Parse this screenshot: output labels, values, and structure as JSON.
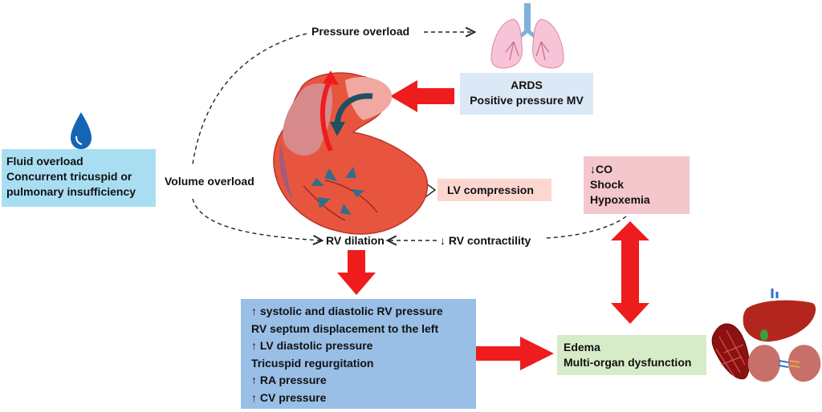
{
  "labels": {
    "pressure_overload": "Pressure overload",
    "volume_overload": "Volume overload",
    "rv_dilation": "RV dilation",
    "rv_contractility": "↓ RV contractility"
  },
  "boxes": {
    "ards": [
      "ARDS",
      "Positive pressure MV"
    ],
    "fluid": [
      "Fluid overload",
      "Concurrent tricuspid or",
      "pulmonary insufficiency"
    ],
    "lv_compression": "LV compression",
    "co_shock": [
      "↓CO",
      "Shock",
      "Hypoxemia"
    ],
    "rv_effects": [
      "↑ systolic and diastolic RV pressure",
      " RV septum displacement to the left",
      "↑ LV diastolic pressure",
      "Tricuspid regurgitation",
      "↑ RA pressure",
      "↑ CV pressure"
    ],
    "edema": [
      "Edema",
      "Multi-organ dysfunction"
    ]
  },
  "colors": {
    "ards_bg": "#dbe8f5",
    "fluid_bg": "#a9def2",
    "lv_bg": "#fbd7d0",
    "co_bg": "#f4c7cc",
    "rv_effects_bg": "#99bfe6",
    "edema_bg": "#d6ecc8",
    "red_arrow": "#ee1c1c",
    "heart": "#e8553f"
  },
  "icons": [
    "water-drop-icon",
    "lungs-icon",
    "heart-icon",
    "liver-icon",
    "kidney-icon",
    "muscle-icon"
  ]
}
